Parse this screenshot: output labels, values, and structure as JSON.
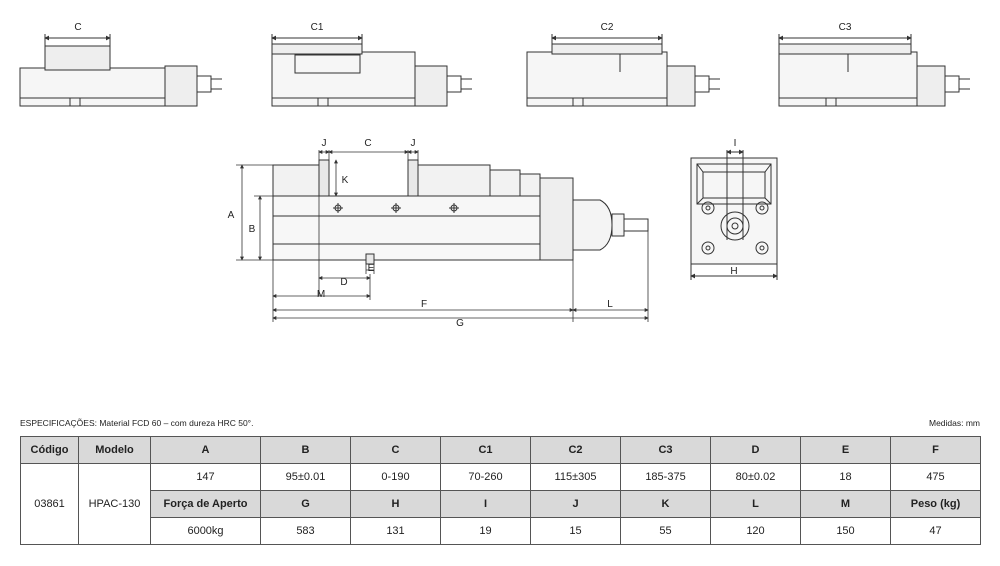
{
  "drawing": {
    "top_views": [
      "C",
      "C1",
      "C2",
      "C3"
    ],
    "side_labels": {
      "J": "J",
      "C": "C",
      "K": "K",
      "A": "A",
      "B": "B",
      "E": "E",
      "D": "D",
      "M": "M",
      "F": "F",
      "L": "L",
      "G": "G"
    },
    "end_labels": {
      "I": "I",
      "H": "H"
    }
  },
  "spec_note": "ESPECIFICAÇÕES: Material FCD 60 – com dureza HRC 50°.",
  "units_note": "Medidas: mm",
  "table": {
    "codigo_header": "Código",
    "modelo_header": "Modelo",
    "codigo": "03861",
    "modelo": "HPAC-130",
    "header_row_1": [
      "A",
      "B",
      "C",
      "C1",
      "C2",
      "C3",
      "D",
      "E",
      "F"
    ],
    "value_row_1": [
      "147",
      "95±0.01",
      "0-190",
      "70-260",
      "115±305",
      "185-375",
      "80±0.02",
      "18",
      "475"
    ],
    "header_row_2": [
      "Força de Aperto",
      "G",
      "H",
      "I",
      "J",
      "K",
      "L",
      "M",
      "Peso (kg)"
    ],
    "value_row_2": [
      "6000kg",
      "583",
      "131",
      "19",
      "15",
      "55",
      "120",
      "150",
      "47"
    ]
  }
}
